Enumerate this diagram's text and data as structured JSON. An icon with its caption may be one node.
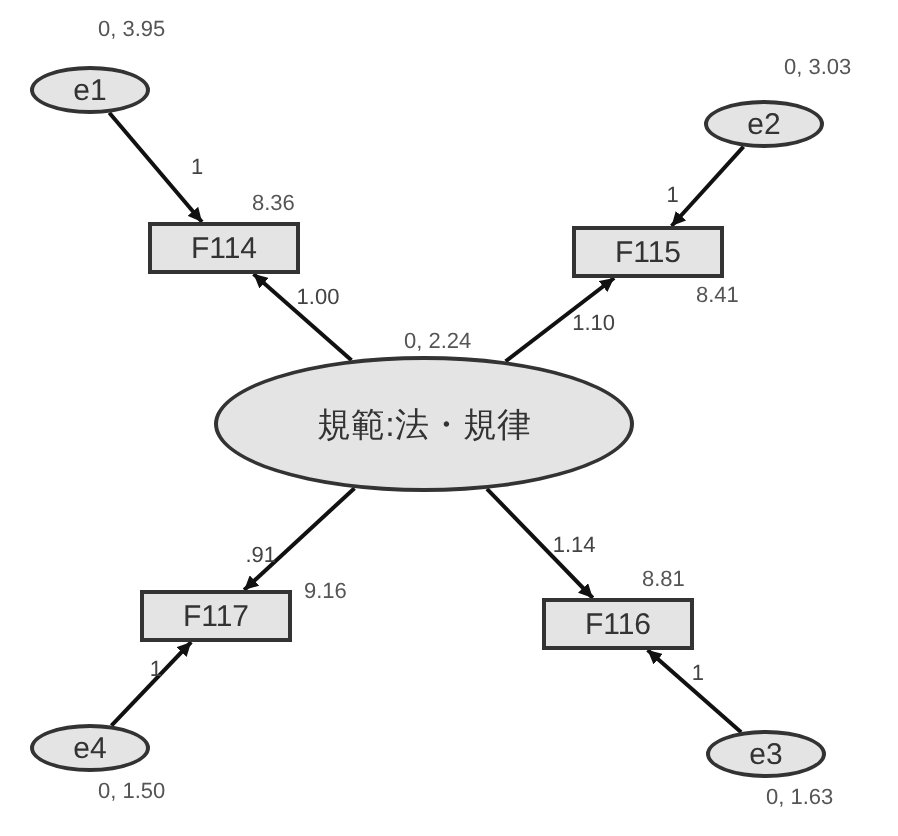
{
  "diagram": {
    "nodes": [
      {
        "text": [
          "e1"
        ],
        "beside": [
          "0, 3.95"
        ]
      },
      {
        "text": [
          "e2"
        ],
        "beside": [
          "0, 3.03"
        ]
      },
      {
        "text": [
          "F114"
        ],
        "beside": [
          "8.36"
        ]
      },
      {
        "text": [
          "F115"
        ],
        "beside": [
          "8.41"
        ]
      },
      {
        "text": [
          "規範:法・規律"
        ],
        "beside": [
          "0, 2.24"
        ]
      },
      {
        "text": [
          "F117"
        ],
        "beside": [
          "9.16"
        ]
      },
      {
        "text": [
          "F116"
        ],
        "beside": [
          "8.81"
        ]
      },
      {
        "text": [
          "e4"
        ],
        "beside": [
          "0, 1.50"
        ]
      },
      {
        "text": [
          "e3"
        ],
        "beside": [
          "0, 1.63"
        ]
      }
    ],
    "edges": [
      {
        "from": 0,
        "to": 2,
        "arrow": "to",
        "label": "1"
      },
      {
        "from": 1,
        "to": 3,
        "arrow": "to",
        "label": "1"
      },
      {
        "from": 4,
        "to": 2,
        "arrow": "to",
        "label": "1.00"
      },
      {
        "from": 4,
        "to": 3,
        "arrow": "to",
        "label": "1.10"
      },
      {
        "from": 4,
        "to": 5,
        "arrow": "to",
        "label": ".91"
      },
      {
        "from": 4,
        "to": 6,
        "arrow": "to",
        "label": "1.14"
      },
      {
        "from": 7,
        "to": 5,
        "arrow": "to",
        "label": "1"
      },
      {
        "from": 8,
        "to": 6,
        "arrow": "to",
        "label": "1"
      }
    ]
  }
}
